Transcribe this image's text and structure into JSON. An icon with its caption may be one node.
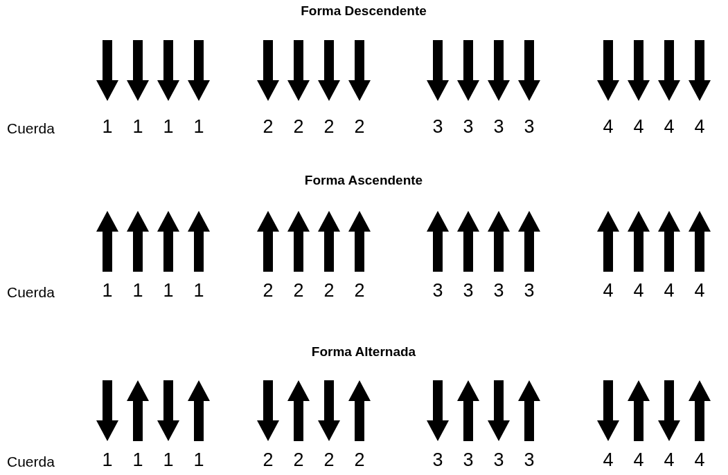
{
  "diagram": {
    "labels": [
      "Forma Descendente",
      "Cuerda",
      "1",
      "1",
      "1",
      "1",
      "2",
      "2",
      "2",
      "2",
      "3",
      "3",
      "3",
      "3",
      "4",
      "4",
      "4",
      "4",
      "Forma Ascendente",
      "Cuerda",
      "1",
      "1",
      "1",
      "1",
      "2",
      "2",
      "2",
      "2",
      "3",
      "3",
      "3",
      "3",
      "4",
      "4",
      "4",
      "4",
      "Forma Alternada",
      "Cuerda",
      "1",
      "1",
      "1",
      "1",
      "2",
      "2",
      "2",
      "2",
      "3",
      "3",
      "3",
      "3",
      "4",
      "4",
      "4",
      "4"
    ]
  }
}
